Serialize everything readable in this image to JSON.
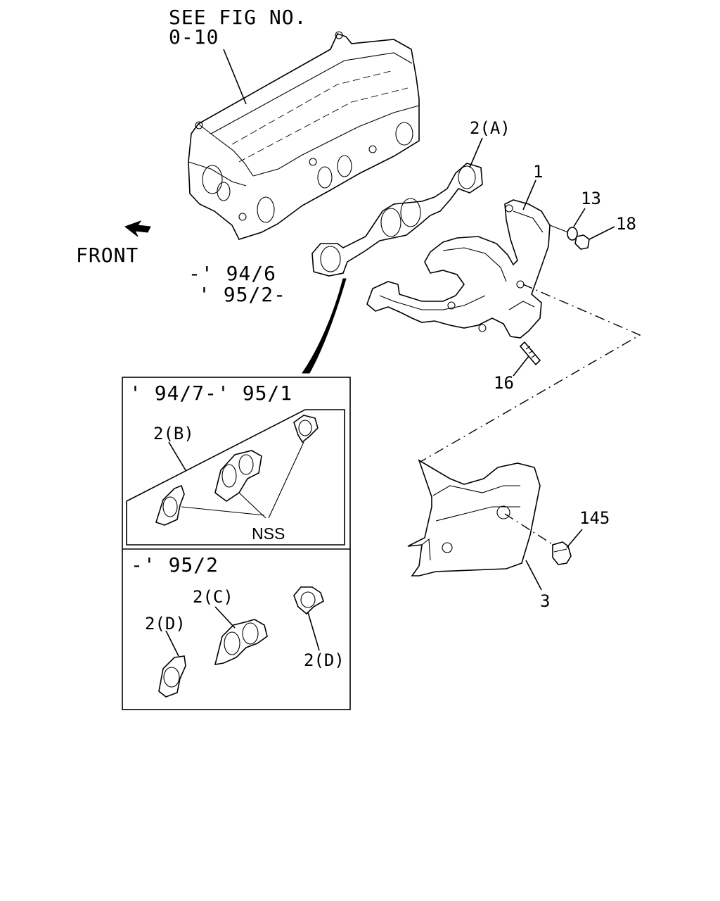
{
  "labels": {
    "see_fig_line1": "SEE FIG NO.",
    "see_fig_line2": "0-10",
    "front": "FRONT",
    "date_range_top_1": "-' 94/6",
    "date_range_top_2": "' 95/2-",
    "inset_top_title": "' 94/7-' 95/1",
    "inset_bottom_title": "-' 95/2",
    "nss": "NSS"
  },
  "callouts": {
    "gasket_a": "2(A)",
    "manifold": "1",
    "washer": "13",
    "nut": "18",
    "stud": "16",
    "bolt": "145",
    "heat_shield": "3",
    "gasket_b": "2(B)",
    "gasket_c": "2(C)",
    "gasket_d_left": "2(D)",
    "gasket_d_right": "2(D)"
  }
}
